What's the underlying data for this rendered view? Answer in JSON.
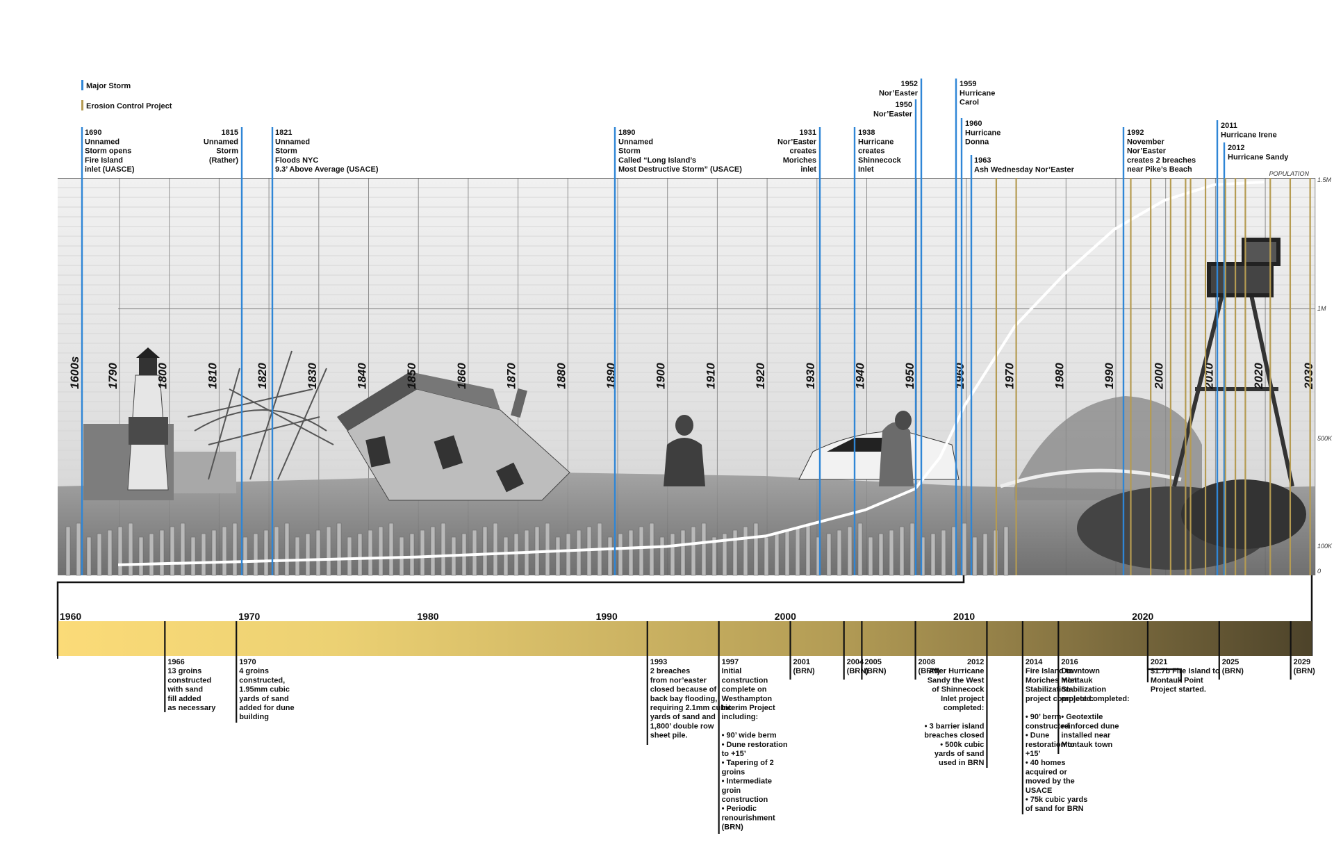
{
  "legend": {
    "major_storm": "Major Storm",
    "erosion_project": "Erosion Control Project",
    "storm_color": "#2f86d6",
    "erosion_color": "#b59b52"
  },
  "population_axis": {
    "title": "POPULATION",
    "ticks": [
      "1.5M",
      "1M",
      "500K",
      "100K",
      "0"
    ]
  },
  "upper_decades": [
    "1600s",
    "1790",
    "1800",
    "1810",
    "1820",
    "1830",
    "1840",
    "1850",
    "1860",
    "1870",
    "1880",
    "1890",
    "1900",
    "1910",
    "1920",
    "1930",
    "1940",
    "1950",
    "1960",
    "1970",
    "1980",
    "1990",
    "2000",
    "2010",
    "2020",
    "2030"
  ],
  "storm_events": [
    {
      "lines": [
        "1690",
        "Unnamed",
        "Storm opens",
        "Fire Island",
        "inlet (UASCE)"
      ]
    },
    {
      "lines": [
        "1815",
        "Unnamed",
        "Storm",
        "(Rather)"
      ]
    },
    {
      "lines": [
        "1821",
        "Unnamed",
        "Storm",
        "Floods NYC",
        "9.3’ Above Average (USACE)"
      ]
    },
    {
      "lines": [
        "1890",
        "Unnamed",
        "Storm",
        "Called “Long Island’s",
        "Most Destructive Storm” (USACE)"
      ]
    },
    {
      "lines": [
        "1931",
        "Nor’Easter",
        "creates",
        "Moriches",
        "inlet"
      ]
    },
    {
      "lines": [
        "1938",
        "Hurricane",
        "creates",
        "Shinnecock",
        "Inlet"
      ]
    },
    {
      "lines": [
        "1950",
        "Nor’Easter"
      ]
    },
    {
      "lines": [
        "1952",
        "Nor’Easter"
      ]
    },
    {
      "lines": [
        "1959",
        "Hurricane",
        "Carol"
      ]
    },
    {
      "lines": [
        "1960",
        "Hurricane",
        "Donna"
      ]
    },
    {
      "lines": [
        "1963",
        "Ash Wednesday Nor’Easter"
      ]
    },
    {
      "lines": [
        "1992",
        "November",
        "Nor’Easter",
        "creates 2 breaches",
        "near Pike’s Beach"
      ]
    },
    {
      "lines": [
        "2011",
        "Hurricane Irene"
      ]
    },
    {
      "lines": [
        "2012",
        "Hurricane Sandy"
      ]
    }
  ],
  "lower_years": [
    "1960",
    "1970",
    "1980",
    "1990",
    "2000",
    "2010",
    "2020"
  ],
  "projects": [
    {
      "lines": [
        "1966",
        "13 groins",
        "constructed",
        "with sand",
        "fill added",
        "as necessary"
      ]
    },
    {
      "lines": [
        "1970",
        "4 groins",
        "constructed,",
        "1.95mm cubic",
        "yards of sand",
        "added for dune",
        "building"
      ]
    },
    {
      "lines": [
        "1993",
        "2 breaches",
        "from nor’easter",
        "closed because of",
        "back bay flooding,",
        "requiring 2.1mm cubic",
        "yards of sand and",
        "1,800’ double row",
        "sheet pile."
      ]
    },
    {
      "lines": [
        "1997",
        "Initial",
        "construction",
        "complete on",
        "Westhampton",
        "Interim Project",
        "including:",
        "",
        "•   90’ wide berm",
        "•   Dune restoration",
        "    to +15’",
        "•   Tapering of 2",
        "    groins",
        "•   Intermediate",
        "    groin",
        "    construction",
        "•   Periodic",
        "    renourishment",
        "    (BRN)"
      ]
    },
    {
      "lines": [
        "2001",
        "(BRN)"
      ]
    },
    {
      "lines": [
        "2004",
        "(BRN)"
      ]
    },
    {
      "lines": [
        "2005",
        "(BRN)"
      ]
    },
    {
      "lines": [
        "2008",
        "(BRN)"
      ]
    },
    {
      "lines": [
        "2012",
        "After Hurricane",
        "Sandy the West",
        "of Shinnecock",
        "Inlet project",
        "completed:",
        "",
        "•   3 barrier island",
        "breaches closed",
        "•   500k cubic",
        "yards of sand",
        "used in BRN"
      ]
    },
    {
      "lines": [
        "2014",
        "Fire Island to",
        "Moriches Inlet",
        "Stabilization",
        "project completed:",
        "",
        "•   90’ berm",
        "    constructed",
        "•   Dune",
        "    restoration to",
        "    +15’",
        "•   40 homes",
        "    acquired or",
        "    moved by the",
        "    USACE",
        "•   75k cubic yards",
        "    of sand for BRN"
      ]
    },
    {
      "lines": [
        "2016",
        "Downtown",
        "Montauk",
        "Stabilization",
        "project completed:",
        "",
        "•   Geotextile",
        "    reinforced dune",
        "    installed near",
        "    Montauk town"
      ]
    },
    {
      "lines": [
        "2021",
        "$1.7b Fire Island to",
        "Montauk Point",
        "Project started."
      ]
    },
    {
      "lines": [
        "2025",
        "(BRN)"
      ]
    },
    {
      "lines": [
        "2029",
        "(BRN)"
      ]
    }
  ]
}
